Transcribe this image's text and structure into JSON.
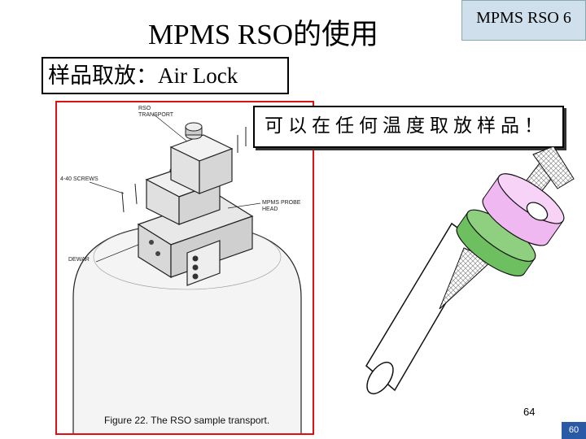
{
  "slide": {
    "title": "MPMS RSO的使用",
    "tag": "MPMS RSO 6",
    "subtitle": "样品取放：Air Lock",
    "callout": "可以在任何温度取放样品！",
    "page_number": "64",
    "slide_number": "60"
  },
  "figure": {
    "caption": "Figure 22. The RSO sample transport.",
    "labels": {
      "rso_transport_1": "RSO",
      "rso_transport_2": "TRANSPORT",
      "screws": "4-40 SCREWS",
      "probe_1": "MPMS PROBE",
      "probe_2": "HEAD",
      "dewar": "DEWAR"
    }
  },
  "colors": {
    "tag_bg": "#cfe0ec",
    "figure_border": "#e01010",
    "pink_ring": "#f0b8f0",
    "green_ring": "#6dbf5f",
    "slide_badge": "#2a5aa6"
  }
}
